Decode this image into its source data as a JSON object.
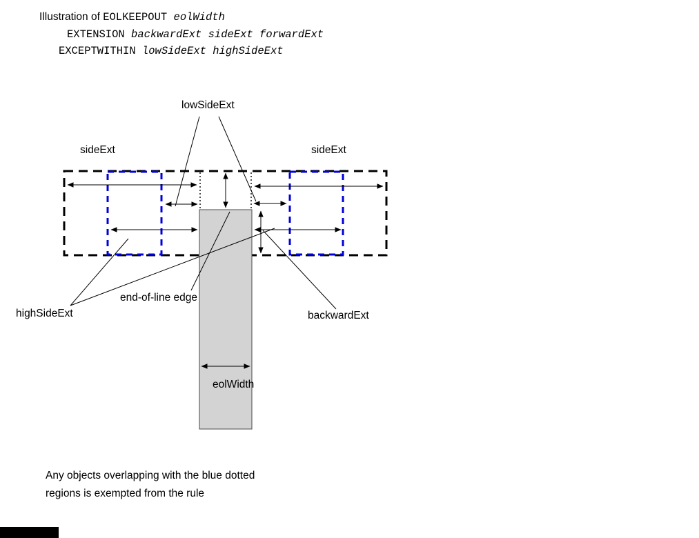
{
  "header": {
    "line1_prefix": "Illustration of ",
    "line1_keyword": "EOLKEEPOUT ",
    "line1_params": "eolWidth",
    "line2_keyword": "EXTENSION ",
    "line2_params": "backwardExt sideExt forwardExt",
    "line3_keyword": "EXCEPTWITHIN ",
    "line3_params": "lowSideExt highSideExt"
  },
  "diagram": {
    "labels": {
      "low_side_ext": "lowSideExt",
      "side_ext_left": "sideExt",
      "side_ext_right": "sideExt",
      "high_side_ext": "highSideExt",
      "end_of_line_edge": "end-of-line edge",
      "backward_ext": "backwardExt",
      "eol_width": "eolWidth"
    },
    "colors": {
      "keepout_outline": "#000000",
      "exempt_outline": "#0000dd",
      "wire_fill": "#d3d3d3",
      "wire_border": "#4a4a4a"
    }
  },
  "footnote": {
    "line1": "Any objects overlapping with the blue dotted",
    "line2": "regions is exempted from the rule"
  }
}
